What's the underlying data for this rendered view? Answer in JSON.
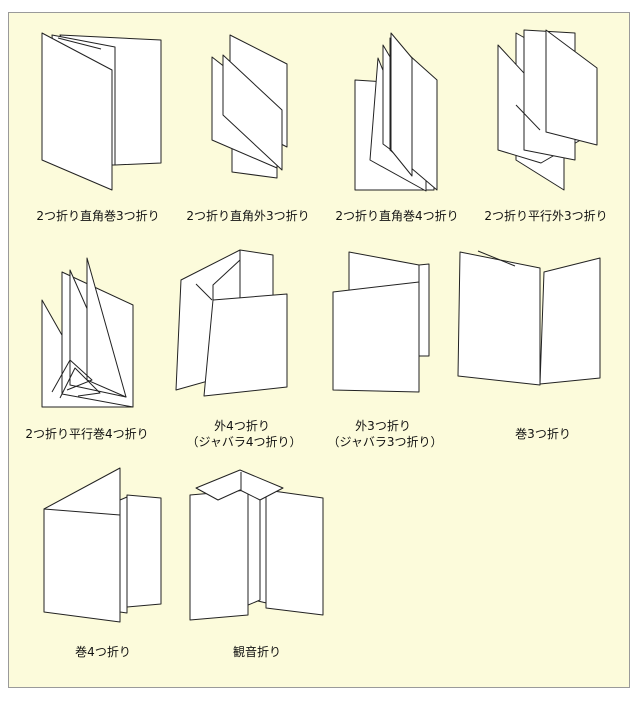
{
  "colors": {
    "background": "#fcfbdb",
    "border": "#9a9a9a",
    "paper": "#ffffff",
    "stroke": "#222222"
  },
  "items": [
    {
      "label": "2つ折り直角巻3つ折り"
    },
    {
      "label": "2つ折り直角外3つ折り"
    },
    {
      "label": "2つ折り直角巻4つ折り"
    },
    {
      "label": "2つ折り平行外3つ折り"
    },
    {
      "label": "2つ折り平行巻4つ折り"
    },
    {
      "label": "外4つ折り",
      "sublabel": "（ジャバラ4つ折り）"
    },
    {
      "label": "外3つ折り",
      "sublabel": "（ジャバラ3つ折り）"
    },
    {
      "label": "巻3つ折り"
    },
    {
      "label": "巻4つ折り"
    },
    {
      "label": "観音折り"
    }
  ]
}
